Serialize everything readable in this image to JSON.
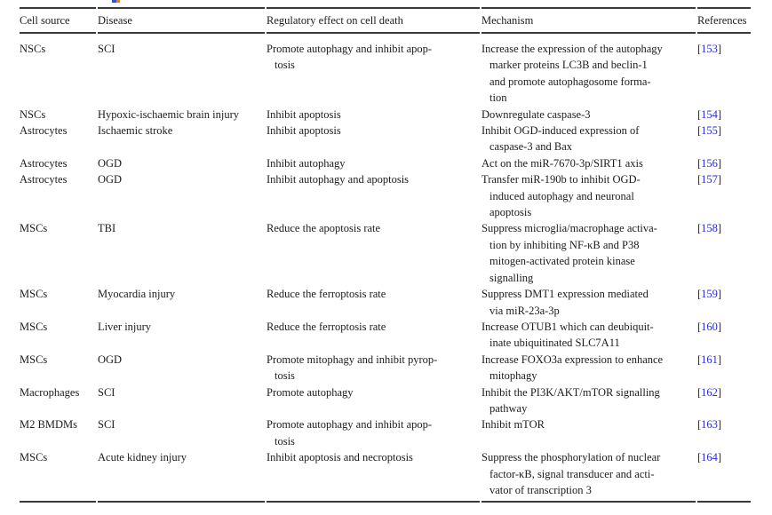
{
  "colors": {
    "background": "#ffffff",
    "text": "#1c1c1c",
    "rule": "#3a3a3a",
    "reference_link": "#2b2bd2"
  },
  "table": {
    "columns": [
      "Cell source",
      "Disease",
      "Regulatory effect on cell death",
      "Mechanism",
      "References"
    ],
    "ref_bracket_open": "[",
    "ref_bracket_close": "]",
    "rows": [
      {
        "cell_source": "NSCs",
        "disease": "SCI",
        "effect": [
          "Promote autophagy and inhibit apop-",
          "tosis"
        ],
        "mechanism": [
          "Increase the expression of the autophagy",
          "marker proteins LC3B and beclin-1",
          "and promote autophagosome forma-",
          "tion"
        ],
        "ref": "153"
      },
      {
        "cell_source": "NSCs",
        "disease": "Hypoxic-ischaemic brain injury",
        "effect": [
          "Inhibit apoptosis"
        ],
        "mechanism": [
          "Downregulate caspase-3"
        ],
        "ref": "154"
      },
      {
        "cell_source": "Astrocytes",
        "disease": "Ischaemic stroke",
        "effect": [
          "Inhibit apoptosis"
        ],
        "mechanism": [
          "Inhibit OGD-induced expression of",
          "caspase-3 and Bax"
        ],
        "ref": "155"
      },
      {
        "cell_source": "Astrocytes",
        "disease": "OGD",
        "effect": [
          "Inhibit autophagy"
        ],
        "mechanism": [
          "Act on the miR-7670-3p/SIRT1 axis"
        ],
        "ref": "156"
      },
      {
        "cell_source": "Astrocytes",
        "disease": "OGD",
        "effect": [
          "Inhibit autophagy and apoptosis"
        ],
        "mechanism": [
          "Transfer miR-190b to inhibit OGD-",
          "induced autophagy and neuronal",
          "apoptosis"
        ],
        "ref": "157"
      },
      {
        "cell_source": "MSCs",
        "disease": "TBI",
        "effect": [
          "Reduce the apoptosis rate"
        ],
        "mechanism": [
          "Suppress microglia/macrophage activa-",
          "tion by inhibiting NF-κB and P38",
          "mitogen-activated protein kinase",
          "signalling"
        ],
        "ref": "158"
      },
      {
        "cell_source": "MSCs",
        "disease": "Myocardia injury",
        "effect": [
          "Reduce the ferroptosis rate"
        ],
        "mechanism": [
          "Suppress DMT1 expression mediated",
          "via miR-23a-3p"
        ],
        "ref": "159"
      },
      {
        "cell_source": "MSCs",
        "disease": "Liver injury",
        "effect": [
          "Reduce the ferroptosis rate"
        ],
        "mechanism": [
          "Increase OTUB1 which can deubiquit-",
          "inate ubiquitinated SLC7A11"
        ],
        "ref": "160"
      },
      {
        "cell_source": "MSCs",
        "disease": "OGD",
        "effect": [
          "Promote mitophagy and inhibit pyrop-",
          "tosis"
        ],
        "mechanism": [
          "Increase FOXO3a expression to enhance",
          "mitophagy"
        ],
        "ref": "161"
      },
      {
        "cell_source": "Macrophages",
        "disease": "SCI",
        "effect": [
          "Promote autophagy"
        ],
        "mechanism": [
          "Inhibit the PI3K/AKT/mTOR signalling",
          "pathway"
        ],
        "ref": "162"
      },
      {
        "cell_source": "M2 BMDMs",
        "disease": "SCI",
        "effect": [
          "Promote autophagy and inhibit apop-",
          "tosis"
        ],
        "mechanism": [
          "Inhibit mTOR"
        ],
        "ref": "163"
      },
      {
        "cell_source": "MSCs",
        "disease": "Acute kidney injury",
        "effect": [
          "Inhibit apoptosis and necroptosis"
        ],
        "mechanism": [
          "Suppress the phosphorylation of nuclear",
          "factor-κB, signal transducer and acti-",
          "vator of transcription 3"
        ],
        "ref": "164"
      }
    ]
  }
}
